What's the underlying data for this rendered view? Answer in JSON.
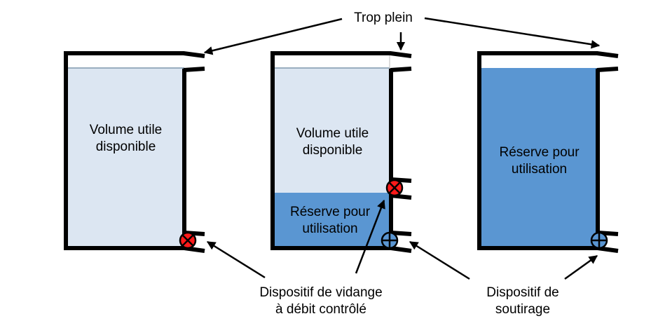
{
  "colors": {
    "light_water": "#dce6f2",
    "reserve_water": "#5a96d2",
    "wall": "#000000",
    "valve_closed": "#ff1a1a",
    "background": "#ffffff"
  },
  "labels": {
    "overflow": "Trop plein",
    "drain_device_line1": "Dispositif de vidange",
    "drain_device_line2": "à débit contrôlé",
    "draw_device_line1": "Dispositif de",
    "draw_device_line2": "soutirage"
  },
  "tanks": [
    {
      "name": "tank-1",
      "upper_zone": {
        "line1": "Volume utile",
        "line2": "disponible"
      },
      "valves": [
        {
          "type": "controlled-drain",
          "symbol": "valve-closed-icon",
          "position": "bottom"
        }
      ]
    },
    {
      "name": "tank-2",
      "upper_zone": {
        "line1": "Volume utile",
        "line2": "disponible"
      },
      "lower_zone": {
        "line1": "Réserve pour",
        "line2": "utilisation"
      },
      "valves": [
        {
          "type": "controlled-drain",
          "symbol": "valve-closed-icon",
          "position": "middle"
        },
        {
          "type": "draw-off",
          "symbol": "valve-open-icon",
          "position": "bottom"
        }
      ]
    },
    {
      "name": "tank-3",
      "lower_zone": {
        "line1": "Réserve pour",
        "line2": "utilisation"
      },
      "valves": [
        {
          "type": "draw-off",
          "symbol": "valve-open-icon",
          "position": "bottom"
        }
      ]
    }
  ]
}
